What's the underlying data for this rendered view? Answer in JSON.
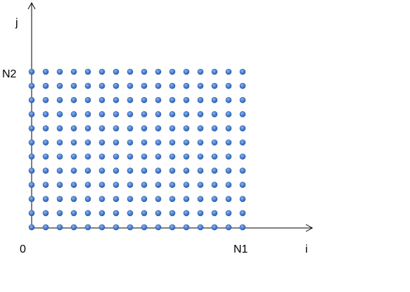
{
  "labels": {
    "y_axis": "j",
    "x_axis": "i",
    "origin": "0",
    "x_max": "N1",
    "y_max": "N2"
  },
  "grid": {
    "columns": 16,
    "rows": 12
  },
  "colors": {
    "point_fill": "#4a7fd0",
    "point_stroke": "#2f5fa8",
    "axis": "#000000"
  }
}
